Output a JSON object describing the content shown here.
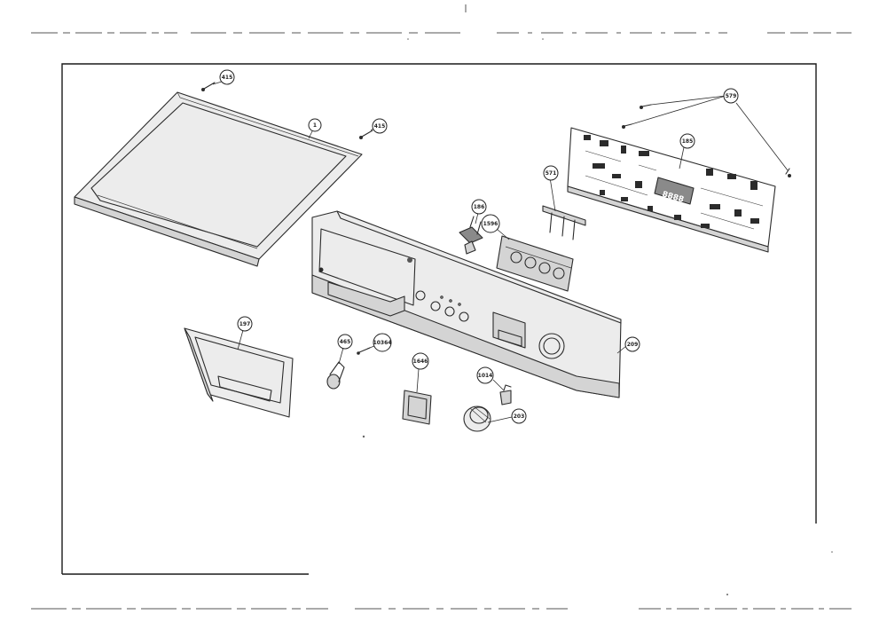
{
  "callouts": [
    {
      "id": "415a",
      "label": "415"
    },
    {
      "id": "415b",
      "label": "415"
    },
    {
      "id": "1",
      "label": "1"
    },
    {
      "id": "579",
      "label": "579"
    },
    {
      "id": "185",
      "label": "185"
    },
    {
      "id": "571",
      "label": "571"
    },
    {
      "id": "186",
      "label": "186"
    },
    {
      "id": "1596",
      "label": "1596"
    },
    {
      "id": "197",
      "label": "197"
    },
    {
      "id": "465",
      "label": "465"
    },
    {
      "id": "10364",
      "label": "10364"
    },
    {
      "id": "1646",
      "label": "1646"
    },
    {
      "id": "1014",
      "label": "1014"
    },
    {
      "id": "203",
      "label": "203"
    },
    {
      "id": "209",
      "label": "209"
    }
  ],
  "colors": {
    "ink": "#2b2b2b",
    "paper": "#ffffff"
  }
}
